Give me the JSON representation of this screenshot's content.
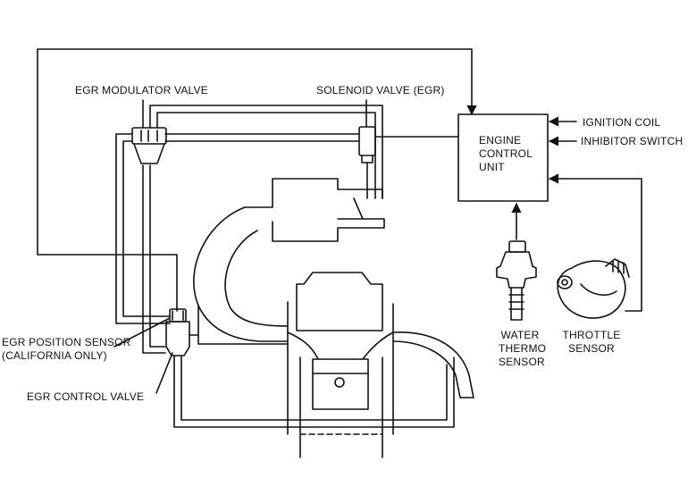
{
  "labels": {
    "egr_modulator_valve": "EGR MODULATOR VALVE",
    "solenoid_valve": "SOLENOID VALVE (EGR)",
    "ignition_coil": "IGNITION COIL",
    "inhibitor_switch": "INHIBITOR SWITCH",
    "engine_control_unit": [
      "ENGINE",
      "CONTROL",
      "UNIT"
    ],
    "egr_position_sensor": [
      "EGR POSITION SENSOR",
      "(CALIFORNIA ONLY)"
    ],
    "egr_control_valve": "EGR CONTROL VALVE",
    "water_thermo_sensor": [
      "WATER",
      "THERMO",
      "SENSOR"
    ],
    "throttle_sensor": [
      "THROTTLE",
      "SENSOR"
    ]
  },
  "colors": {
    "line": "#111111",
    "background": "#ffffff"
  }
}
